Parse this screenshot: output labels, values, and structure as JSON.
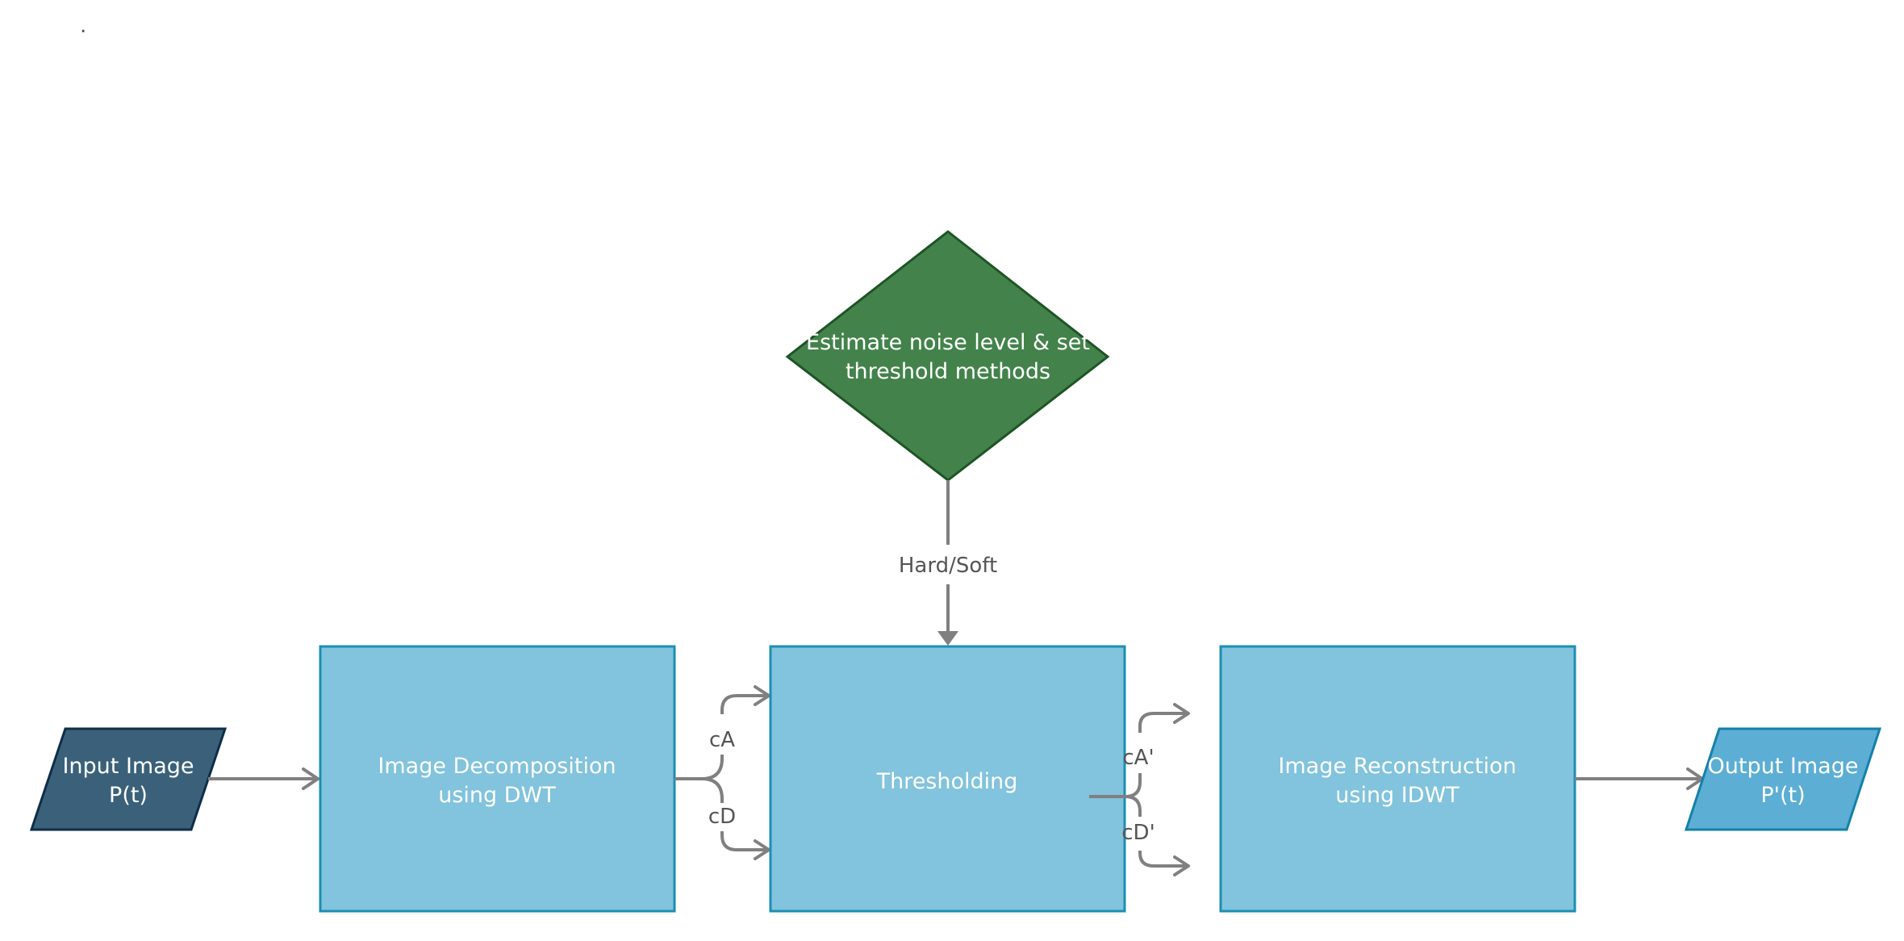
{
  "colors": {
    "input_fill": "#3b617a",
    "input_stroke": "#0f2e47",
    "process_fill": "#82c3dd",
    "process_stroke": "#1c8fb1",
    "decision_fill": "#43834b",
    "decision_stroke": "#1f5426",
    "output_fill": "#5caed4",
    "output_stroke": "#1580ab",
    "connector": "#808080",
    "label_text": "#555555"
  },
  "nodes": {
    "input": {
      "line1": "Input Image",
      "line2": "P(t)"
    },
    "decomposition": {
      "line1": "Image Decomposition",
      "line2": "using DWT"
    },
    "decision": {
      "line1": "Estimate noise level & set",
      "line2": "threshold methods"
    },
    "thresholding": {
      "line1": "Thresholding"
    },
    "reconstruction": {
      "line1": "Image Reconstruction",
      "line2": "using IDWT"
    },
    "output": {
      "line1": "Output Image",
      "line2": "P'(t)"
    }
  },
  "edge_labels": {
    "hard_soft": "Hard/Soft",
    "ca": "cA",
    "cd": "cD",
    "ca_prime": "cA'",
    "cd_prime": "cD'"
  },
  "stray_mark": "."
}
